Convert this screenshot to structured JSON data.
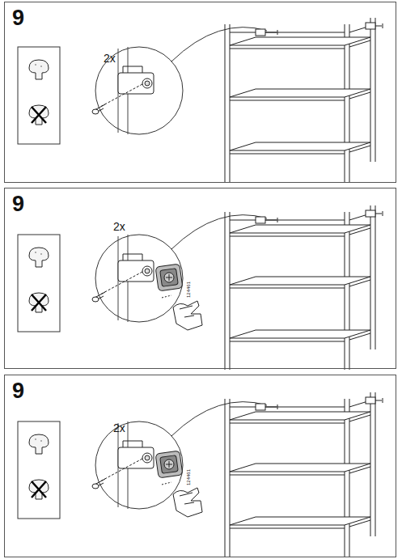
{
  "diagram": {
    "nodes": [
      {
        "text": [
          "9"
        ]
      },
      {
        "text": [
          "9"
        ]
      },
      {
        "text": [
          "9"
        ]
      }
    ],
    "labels": [
      "2x",
      "2x",
      "124461",
      "2x",
      "124461"
    ]
  }
}
